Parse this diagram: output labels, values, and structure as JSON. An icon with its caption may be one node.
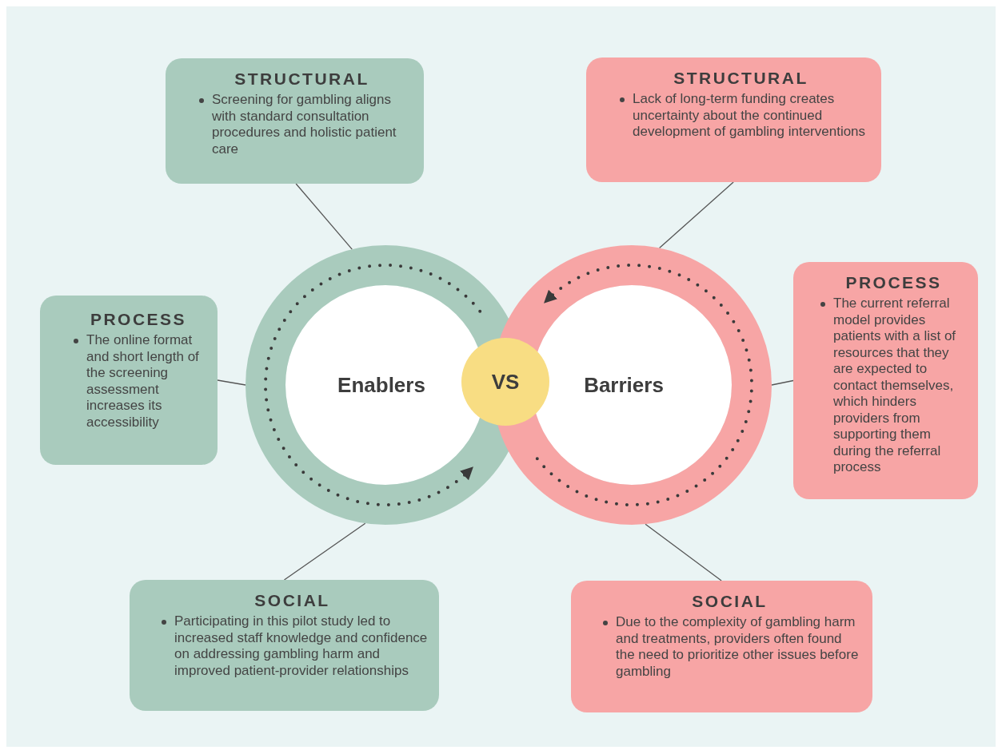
{
  "diagram": {
    "nodes": [
      {
        "text": [
          "STRUCTURAL",
          "Screening for gambling aligns with standard consultation procedures and holistic patient care"
        ]
      },
      {
        "text": [
          "STRUCTURAL",
          "Lack of long-term funding creates uncertainty about the continued development of gambling interventions"
        ]
      },
      {
        "text": [
          "PROCESS",
          "The online format and short length of the screening assessment increases its accessibility"
        ]
      },
      {
        "text": [
          "Enablers"
        ]
      },
      {
        "text": [
          "VS"
        ]
      },
      {
        "text": [
          "Barriers"
        ]
      },
      {
        "text": [
          "PROCESS",
          "The current referral model provides patients with a list of resources that they are expected to contact themselves, which hinders providers from supporting them during the referral process"
        ]
      },
      {
        "text": [
          "SOCIAL",
          "Participating in this pilot study led to increased staff knowledge and confidence on addressing gambling harm and improved patient-provider relationships"
        ]
      },
      {
        "text": [
          "SOCIAL",
          "Due to the complexity of gambling harm and treatments, providers often found the need to prioritize other issues before gambling"
        ]
      }
    ],
    "edges": [
      {
        "from": 0,
        "to": 3,
        "arrow": "none"
      },
      {
        "from": 2,
        "to": 3,
        "arrow": "none"
      },
      {
        "from": 7,
        "to": 3,
        "arrow": "none"
      },
      {
        "from": 1,
        "to": 5,
        "arrow": "none"
      },
      {
        "from": 6,
        "to": 5,
        "arrow": "none"
      },
      {
        "from": 8,
        "to": 5,
        "arrow": "none"
      }
    ]
  }
}
